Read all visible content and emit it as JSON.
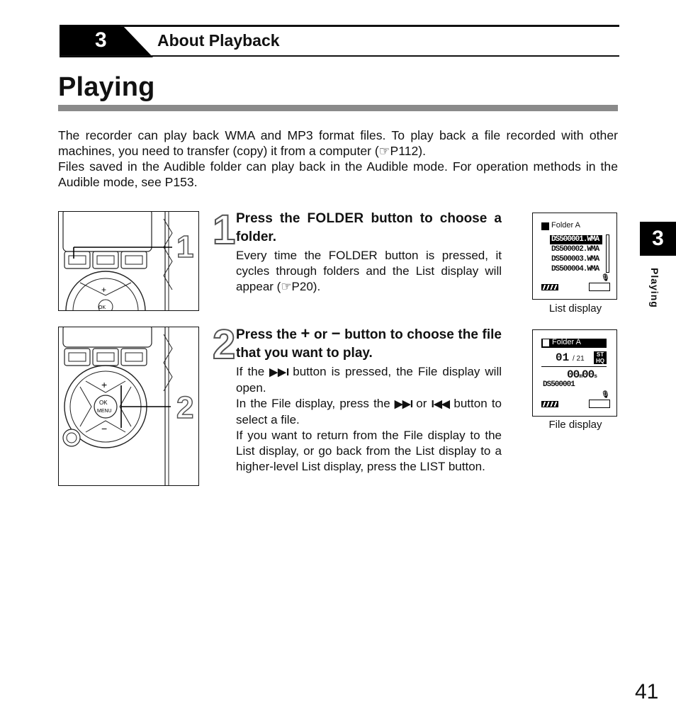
{
  "chapter": {
    "number": "3",
    "title": "About Playback"
  },
  "page_title": "Playing",
  "intro": [
    "The recorder can play back WMA and MP3 format files. To play back a file recorded with other machines, you need to transfer (copy) it from a computer (☞P112).",
    "Files saved in the Audible folder can play back in the Audible mode. For operation methods in the Audible mode, see  P153."
  ],
  "side_tab": {
    "number": "3",
    "label": "Playing"
  },
  "steps": [
    {
      "number": "1",
      "heading_pre": "Press the ",
      "heading_key": "FOLDER",
      "heading_post": " button to choose a folder.",
      "body": "Every time the FOLDER button is pressed, it cycles through folders and the List display will appear (☞P20).",
      "callout": "1"
    },
    {
      "number": "2",
      "heading_a": "Press the ",
      "heading_plus": "+",
      "heading_b": " or ",
      "heading_minus": "−",
      "heading_c": " button to choose the file that you want to play.",
      "body1_a": "If the ",
      "body1_icon": "▶▶I",
      "body1_b": " button is pressed, the File display will open.",
      "body2_a": "In the File display, press the ",
      "body2_icon1": "▶▶I",
      "body2_b": " or ",
      "body2_icon2": "I◀◀",
      "body2_c": " button to select a file.",
      "body3": "If you want to return from the File display to the List display, or go back from the List display to a higher-level List display, press the LIST button.",
      "callout": "2"
    }
  ],
  "list_display": {
    "folder": "Folder  A",
    "files": [
      "DS500001.WMA",
      "DS500002.WMA",
      "DS500003.WMA",
      "DS500004.WMA"
    ],
    "caption": "List display"
  },
  "file_display": {
    "folder": "Folder  A",
    "index": "01",
    "total": "/ 21",
    "mode_top": "ST",
    "mode_bottom": "HQ",
    "time_m": "00",
    "time_s": "00",
    "file": "DS500001",
    "caption": "File display"
  },
  "device_labels": {
    "ok": "OK",
    "menu": "MENU",
    "ok_small": "OK"
  },
  "page_number": "41"
}
